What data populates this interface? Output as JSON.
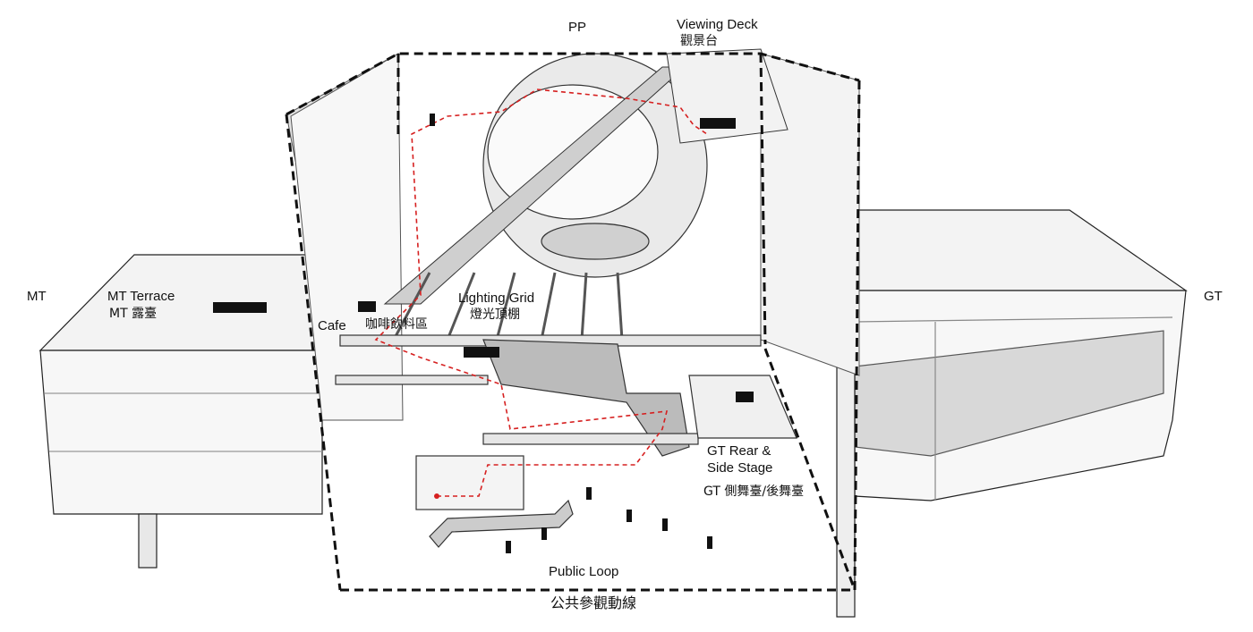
{
  "labels": {
    "pp": "PP",
    "viewing_deck": {
      "en": "Viewing Deck",
      "zh": "觀景台"
    },
    "mt": "MT",
    "mt_terrace": {
      "en": "MT Terrace",
      "zh": "MT 露臺"
    },
    "cafe": {
      "en": "Cafe",
      "zh": "咖啡飲料區"
    },
    "lighting_grid": {
      "en": "Lighting Grid",
      "zh": "燈光頂棚"
    },
    "gt": "GT",
    "gt_rear_side_stage": {
      "en_line1": "GT Rear &",
      "en_line2": "Side Stage",
      "zh": "GT 側舞臺/後舞臺"
    },
    "public_loop": "Public Loop",
    "public_route_zh": "公共參觀動線"
  },
  "colors": {
    "route": "#d62020",
    "outline": "#111111",
    "fill": "#f2f2f2",
    "shade": "#c8c8c8"
  }
}
